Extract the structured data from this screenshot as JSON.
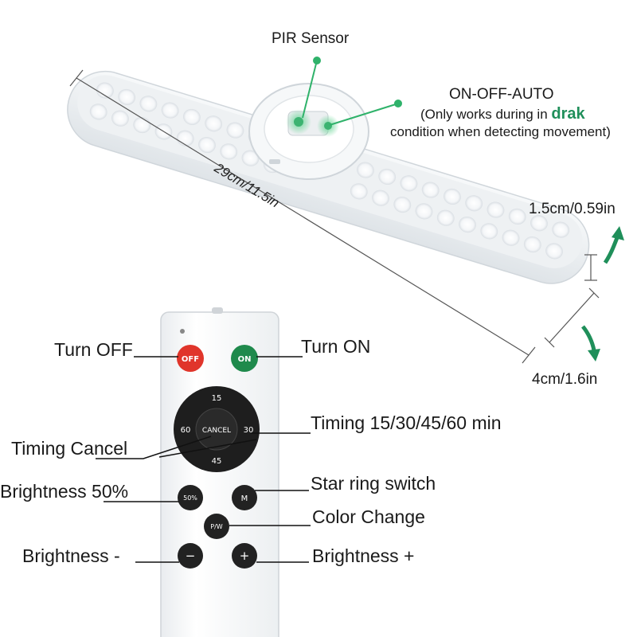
{
  "lamp": {
    "pir_label": "PIR Sensor",
    "mode_title": "ON-OFF-AUTO",
    "mode_desc_pre": "(Only works during in ",
    "mode_desc_highlight": "drak",
    "mode_desc_line2": "condition when detecting movement)",
    "length_label": "29cm/11.5in",
    "thickness_label": "1.5cm/0.59in",
    "width_label": "4cm/1.6in"
  },
  "remote": {
    "off_button": "OFF",
    "on_button": "ON",
    "cancel_button": "CANCEL",
    "timer_15": "15",
    "timer_30": "30",
    "timer_45": "45",
    "timer_60": "60",
    "half_button": "50%",
    "mode_button": "M",
    "pw_button": "P/W",
    "minus_button": "−",
    "plus_button": "+"
  },
  "callouts": {
    "turn_off": "Turn OFF",
    "turn_on": "Turn ON",
    "timing": "Timing 15/30/45/60 min",
    "timing_cancel": "Timing Cancel",
    "brightness_50": "Brightness 50%",
    "star_ring": "Star ring switch",
    "color_change": "Color Change",
    "brightness_minus": "Brightness -",
    "brightness_plus": "Brightness +"
  },
  "colors": {
    "accent_green": "#1f8f5a",
    "off_red": "#e0352b",
    "on_green": "#1f8a4c",
    "button_dark": "#222222"
  }
}
